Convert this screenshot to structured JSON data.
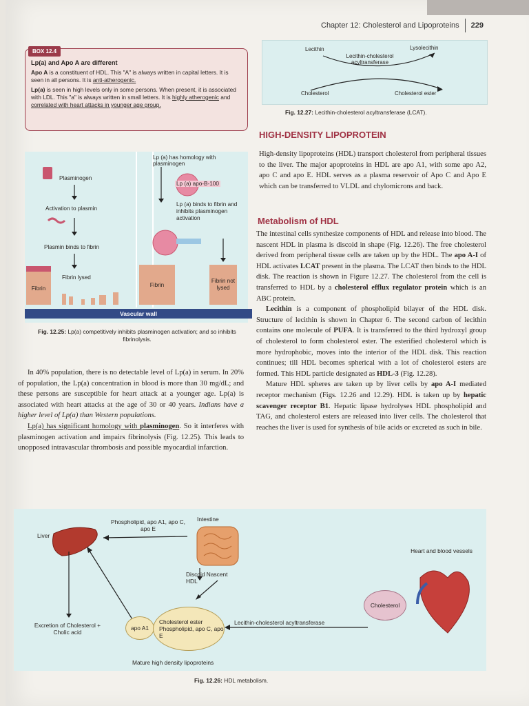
{
  "header": {
    "chapter": "Chapter 12: Cholesterol and Lipoproteins",
    "page_number": "229"
  },
  "box": {
    "tag": "BOX 12.4",
    "title": "Lp(a) and Apo A are different",
    "line1_bold": "Apo A",
    "line1": " is a constituent of HDL. This \"A\" is always written in capital letters. It is seen in all persons. It is ",
    "line1_u": "anti-atherogenic.",
    "line2_bold": "Lp(a)",
    "line2": " is seen in high levels only in some persons. When present, it is associated with LDL. This \"a\" is always written in small letters. It is ",
    "line2_u1": "highly atherogenic",
    "line2_mid": " and ",
    "line2_u2": "correlated with heart attacks in younger age group."
  },
  "fig27": {
    "lecithin": "Lecithin",
    "lysolecithin": "Lysolecithin",
    "enzyme": "Lecithin-cholesterol acyltransferase",
    "cholesterol": "Cholesterol",
    "ester": "Cholesterol ester",
    "cap_label": "Fig. 12.27:",
    "caption": "Lecithin-cholesterol acyltransferase (LCAT)."
  },
  "fig25": {
    "plasminogen": "Plasminogen",
    "activation": "Activation to plasmin",
    "binds": "Plasmin binds to fibrin",
    "fibrin_lysed": "Fibrin lysed",
    "fibrin_left": "Fibrin",
    "homology": "Lp (a) has homology with plasminogen",
    "lpa_label": "Lp (a) apo-B-100",
    "binds_fibrin": "Lp (a) binds to fibrin and inhibits plasminogen activation",
    "fibrin_mid": "Fibrin",
    "fibrin_not": "Fibrin not lysed",
    "vascular": "Vascular wall",
    "cap_label": "Fig. 12.25:",
    "caption": "Lp(a) competitively inhibits plasminogen activation; and so inhibits fibrinolysis."
  },
  "left_text": {
    "p1": "In 40% population, there is no detectable level of Lp(a) in serum. In 20% of population, the Lp(a) concentration in blood is more than 30 mg/dL; and these persons are susceptible for heart attack at a younger age. Lp(a) is associated with heart attacks at the age of 30 or 40 years. ",
    "p1_italic": "Indians have a higher level of Lp(a) than Western populations.",
    "p2_a": "Lp(a) has significant homology with ",
    "p2_bold": "plasminogen",
    "p2_b": ". So it interferes with plasminogen activation and impairs fibrinolysis (Fig. 12.25). This leads to unopposed intravascular thrombosis and possible myocardial infarction."
  },
  "right_text": {
    "heading": "HIGH-DENSITY LIPOPROTEIN",
    "intro": "High-density lipoproteins (HDL) transport cholesterol from peripheral tissues to the liver. The major apoproteins in HDL are apo A1, with some apo A2, apo C and apo E. HDL serves as a plasma reservoir of Apo C and Apo E which can be transferred to VLDL and chylomicrons and back.",
    "subheading": "Metabolism of HDL",
    "m1": "The intestinal cells synthesize components of HDL and release into blood. The nascent HDL in plasma is discoid in shape (Fig. 12.26). The free cholesterol derived from peripheral tissue cells are taken up by the HDL. The ",
    "m1_b1": "apo A-I",
    "m1_c": " of HDL activates ",
    "m1_b2": "LCAT",
    "m1_d": " present in the plasma. The LCAT then binds to the HDL disk. The reaction is shown in Figure 12.27. The cholesterol from the cell is transferred to HDL by a ",
    "m1_b3": "cholesterol efflux regulator protein",
    "m1_e": " which is an ABC protein.",
    "m2_b1": "Lecithin",
    "m2": " is a component of phospholipid bilayer of the HDL disk. Structure of lecithin is shown in Chapter 6. The second carbon of lecithin contains one molecule of ",
    "m2_b2": "PUFA",
    "m2_c": ". It is transferred to the third hydroxyl group of cholesterol to form cholesterol ester. The esterified cholesterol which is more hydrophobic, moves into the interior of the HDL disk. This reaction continues; till HDL becomes spherical with a lot of cholesterol esters are formed. This HDL particle designated as ",
    "m2_b3": "HDL-3",
    "m2_d": " (Fig. 12.28).",
    "m3": "Mature HDL spheres are taken up by liver cells by ",
    "m3_b1": "apo A-I",
    "m3_c": " mediated receptor mechanism (Figs. 12.26 and 12.29). HDL is taken up by ",
    "m3_b2": "hepatic scavenger receptor B1",
    "m3_d": ". Hepatic lipase hydrolyses HDL phospholipid and TAG, and cholesterol esters are released into liver cells. The cholesterol that reaches the liver is used for synthesis of bile acids or excreted as such in bile."
  },
  "fig26": {
    "liver": "Liver",
    "phospho": "Phospholipid, apo A1, apo C, apo E",
    "intestine": "Intestine",
    "discoid": "Discoid Nascent HDL",
    "heart": "Heart and blood vessels",
    "cholesterol": "Cholesterol",
    "excretion": "Excretion of Cholesterol + Cholic acid",
    "apoa1": "apo A1",
    "ester": "Cholesterol ester Phospholipid, apo C, apo E",
    "lcat": "Lecithin-cholesterol acyltransferase",
    "mature": "Mature high density lipoproteins",
    "cap_label": "Fig. 12.26:",
    "caption": "HDL metabolism."
  },
  "colors": {
    "accent": "#a03244",
    "panel": "#dcefef",
    "wall": "#324a86"
  }
}
